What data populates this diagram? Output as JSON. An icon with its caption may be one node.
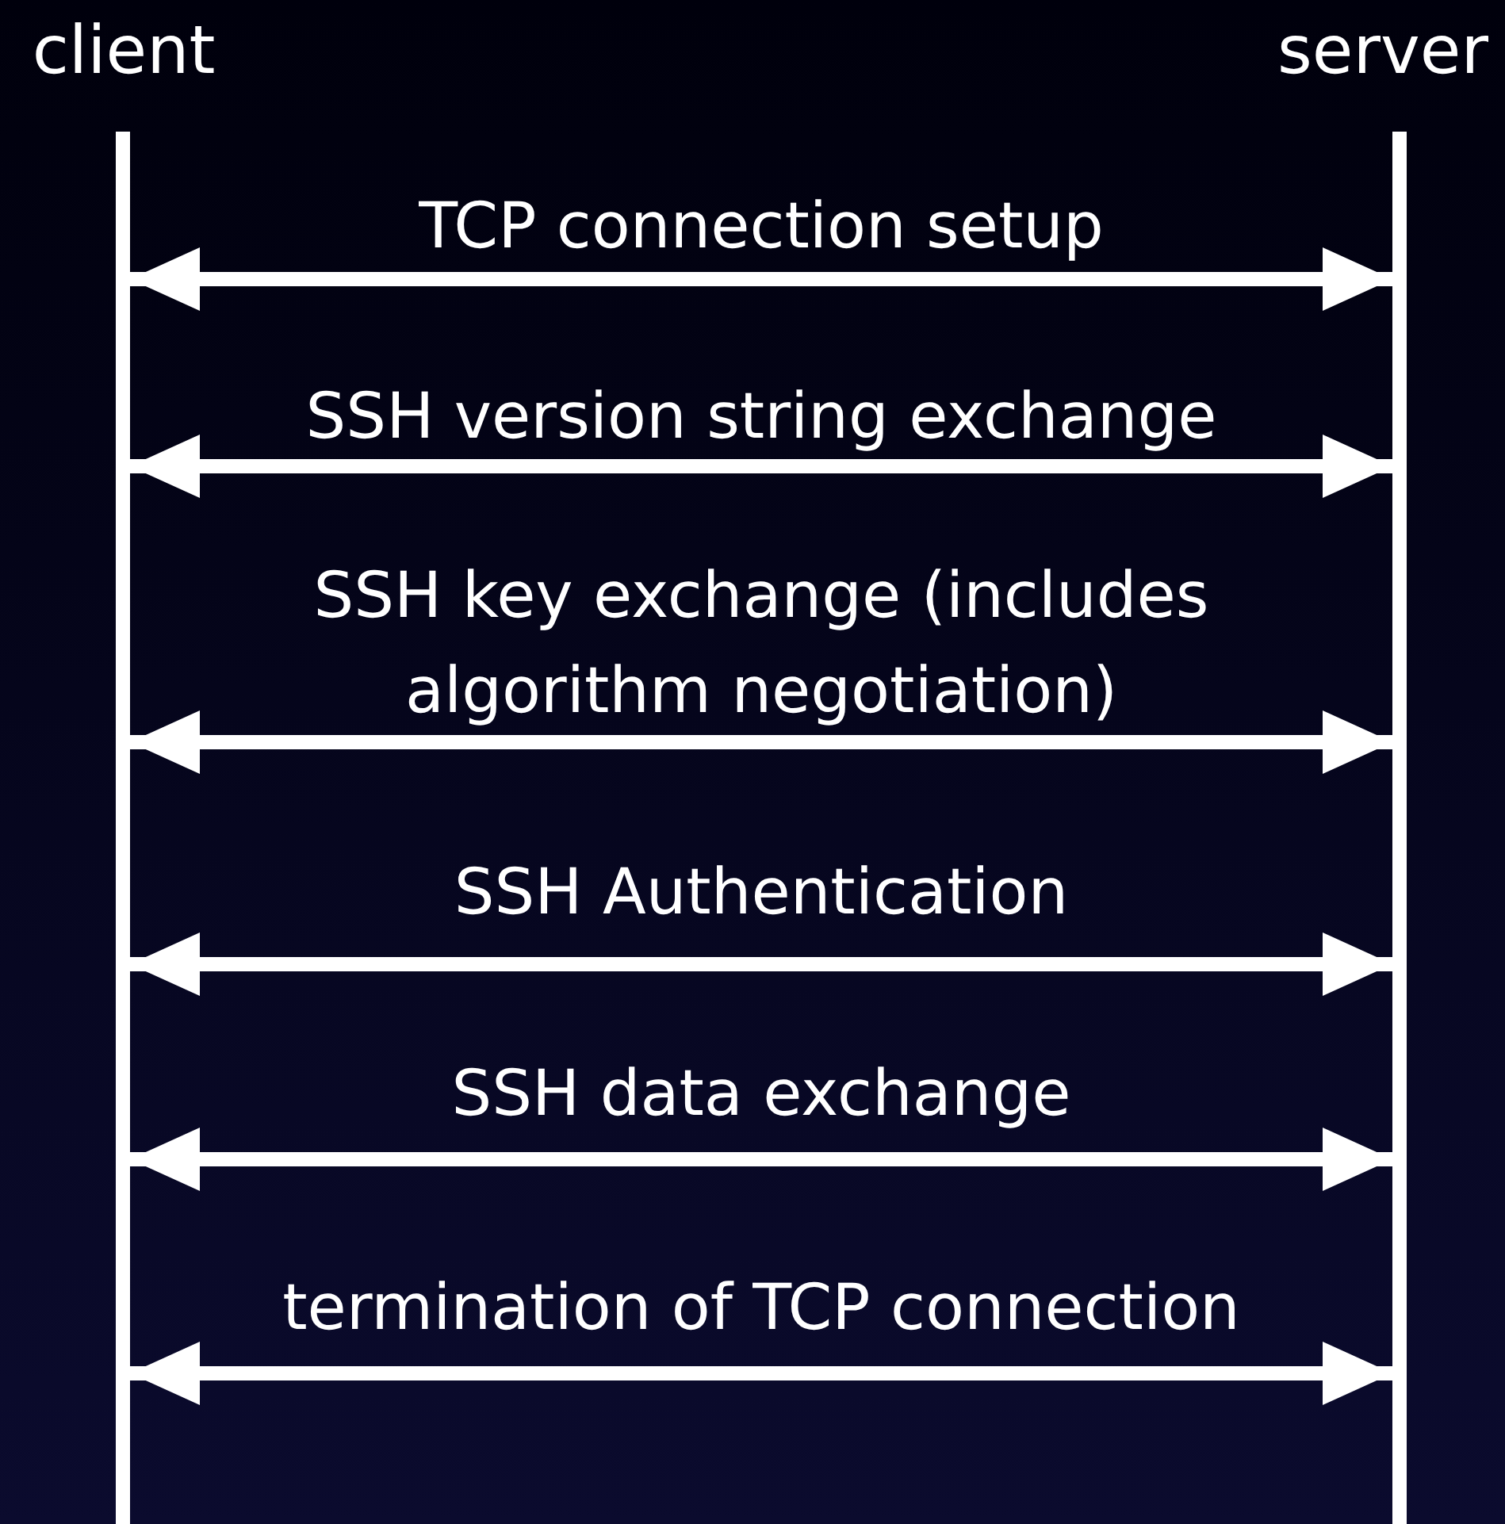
{
  "diagram": {
    "nodes": [
      {
        "text": [],
        "shape": "bar",
        "beside": [
          "client"
        ]
      },
      {
        "text": [],
        "shape": "bar",
        "beside": [
          "server"
        ]
      }
    ],
    "edges": [
      {
        "from": 0,
        "to": 1,
        "arrow": "both",
        "label": "TCP connection setup"
      },
      {
        "from": 0,
        "to": 1,
        "arrow": "both",
        "label": "SSH version string exchange"
      },
      {
        "from": 0,
        "to": 1,
        "arrow": "both",
        "label": "SSH key exchange (includes algorithm negotiation)"
      },
      {
        "from": 0,
        "to": 1,
        "arrow": "both",
        "label": "SSH Authentication"
      },
      {
        "from": 0,
        "to": 1,
        "arrow": "both",
        "label": "SSH data exchange"
      },
      {
        "from": 0,
        "to": 1,
        "arrow": "both",
        "label": "termination of TCP connection"
      }
    ]
  }
}
